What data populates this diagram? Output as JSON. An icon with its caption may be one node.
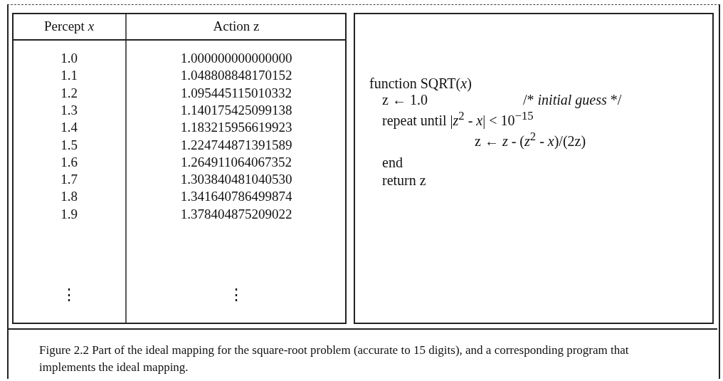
{
  "diagram": {
    "caption": "Figure 2.2 Part of the ideal mapping for the square-root problem (accurate to 15 digits), and a corresponding program that implements the ideal mapping.",
    "nodes": [
      {
        "text": [
          "function SQRT(*x*)",
          "z ← 1.0",
          "/* *initial guess* */",
          "repeat until |*z*$^{2}$ - *x*| < 10$^{−15}$",
          "z ← *z* - (*z*$^{2}$ - *x*)/(2z)",
          "end",
          "return z"
        ]
      }
    ],
    "edges": [],
    "labels": [
      "Percept *x*",
      "Action z",
      "1.0",
      "1.000000000000000",
      "1.1",
      "1.048808848170152",
      "1.2",
      "1.095445115010332",
      "1.3",
      "1.140175425099138",
      "1.4",
      "1.183215956619923",
      "1.5",
      "1.224744871391589",
      "1.6",
      "1.264911064067352",
      "1.7",
      "1.303840481040530",
      "1.8",
      "1.341640786499874",
      "1.9",
      "1.378404875209022",
      "⋮",
      "⋮"
    ]
  }
}
